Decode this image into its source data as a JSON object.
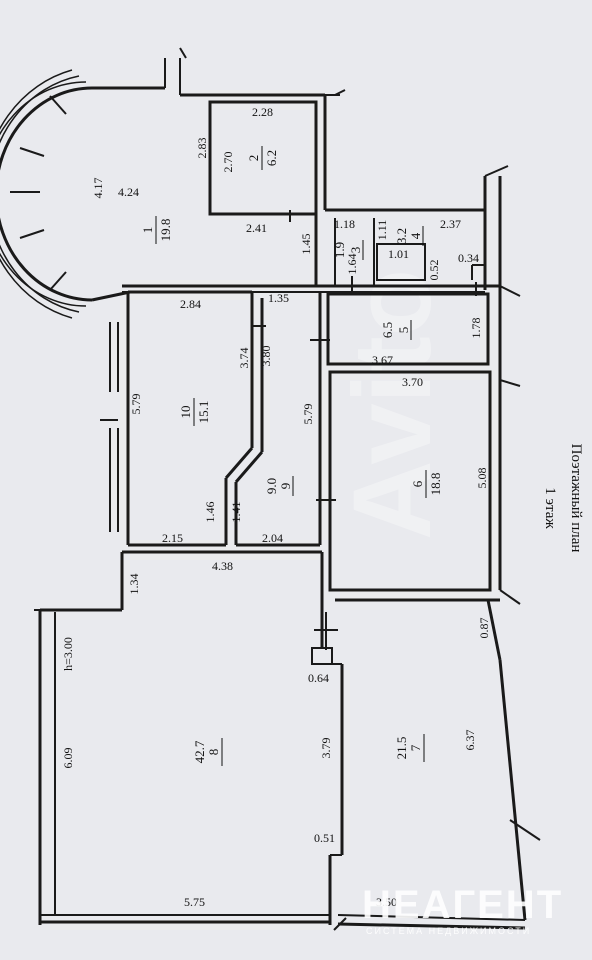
{
  "title": {
    "line1": "Поэтажный план",
    "line2": "1 этаж"
  },
  "rooms": [
    {
      "id": "r1",
      "number": "1",
      "area": "19.8"
    },
    {
      "id": "r2",
      "number": "2",
      "area": "6.2"
    },
    {
      "id": "r3",
      "number": "3",
      "area": "1.9"
    },
    {
      "id": "r4",
      "number": "4",
      "area": "3.2"
    },
    {
      "id": "r5",
      "number": "5",
      "area": "6.5"
    },
    {
      "id": "r6",
      "number": "6",
      "area": "18.8"
    },
    {
      "id": "r7",
      "number": "7",
      "area": "21.5"
    },
    {
      "id": "r8",
      "number": "8",
      "area": "42.7"
    },
    {
      "id": "r9",
      "number": "9",
      "area": "9.0"
    },
    {
      "id": "r10",
      "number": "10",
      "area": "15.1"
    }
  ],
  "dimensions": {
    "d_228": "2.28",
    "d_283": "2.83",
    "d_270": "2.70",
    "d_417": "4.17",
    "d_424": "4.24",
    "d_241": "2.41",
    "d_145": "1.45",
    "d_118": "1.18",
    "d_111": "1.11",
    "d_237": "2.37",
    "d_164": "1.64",
    "d_101": "1.01",
    "d_052": "0.52",
    "d_034": "0.34",
    "d_284": "2.84",
    "d_135": "1.35",
    "d_178": "1.78",
    "d_380": "3.80",
    "d_374": "3.74",
    "d_367": "3.67",
    "d_579a": "5.79",
    "d_579b": "5.79",
    "d_370": "3.70",
    "d_508": "5.08",
    "d_146": "1.46",
    "d_141": "1.41",
    "d_215": "2.15",
    "d_204": "2.04",
    "d_438": "4.38",
    "d_134": "1.34",
    "d_087": "0.87",
    "d_h300": "h=3.00",
    "d_064": "0.64",
    "d_637": "6.37",
    "d_609": "6.09",
    "d_379": "3.79",
    "d_051": "0.51",
    "d_575": "5.75",
    "d_350": "3.50"
  },
  "watermark": {
    "brand": "НЕАГЕНТ",
    "tagline": "СИСТЕМА НЕДВИЖИМОСТИ",
    "avito": "Avito"
  },
  "colors": {
    "paper": "#e9eaee",
    "lines": "#1a1a1a"
  }
}
